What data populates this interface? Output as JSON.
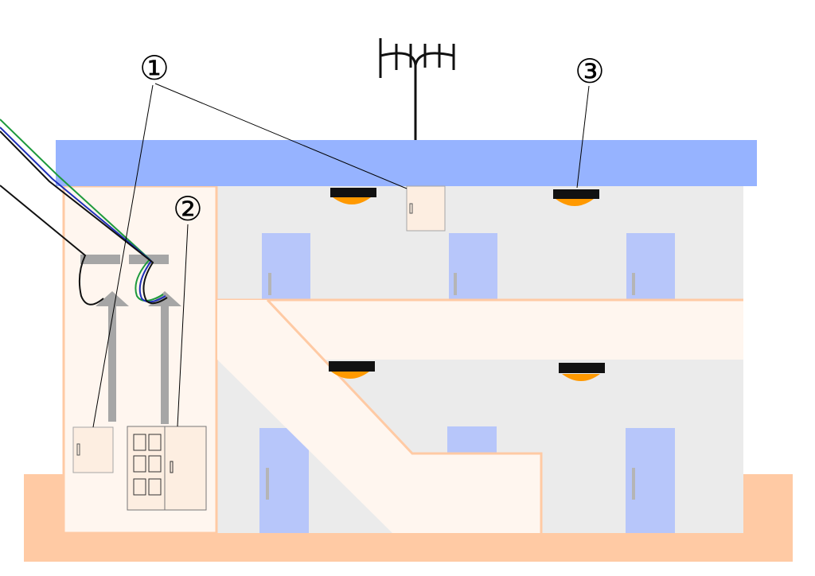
{
  "callouts": [
    {
      "id": "1",
      "label": "①"
    },
    {
      "id": "2",
      "label": "②"
    },
    {
      "id": "3",
      "label": "③"
    }
  ],
  "colors": {
    "roof": "#96b3ff",
    "ground": "#ffcaa4",
    "wall": "#ebebeb",
    "corridor": "#fff6ef",
    "corridor_edge": "#ffcaa4",
    "door": "#b7c6fa",
    "door_handle": "#b5b5b5",
    "equipment_box": "#fdeee1",
    "lamp_cap": "#111111",
    "lamp_glow": "#ff9900",
    "cable_gray": "#a6a6a6",
    "wire_green": "#1e9a3c",
    "wire_blue": "#1f2fb8",
    "wire_black": "#111111",
    "leader_line": "#000000"
  },
  "icons": [
    "antenna-icon",
    "ceiling-lamp-icon",
    "meter-box-icon",
    "distribution-panel-icon",
    "door-icon"
  ]
}
